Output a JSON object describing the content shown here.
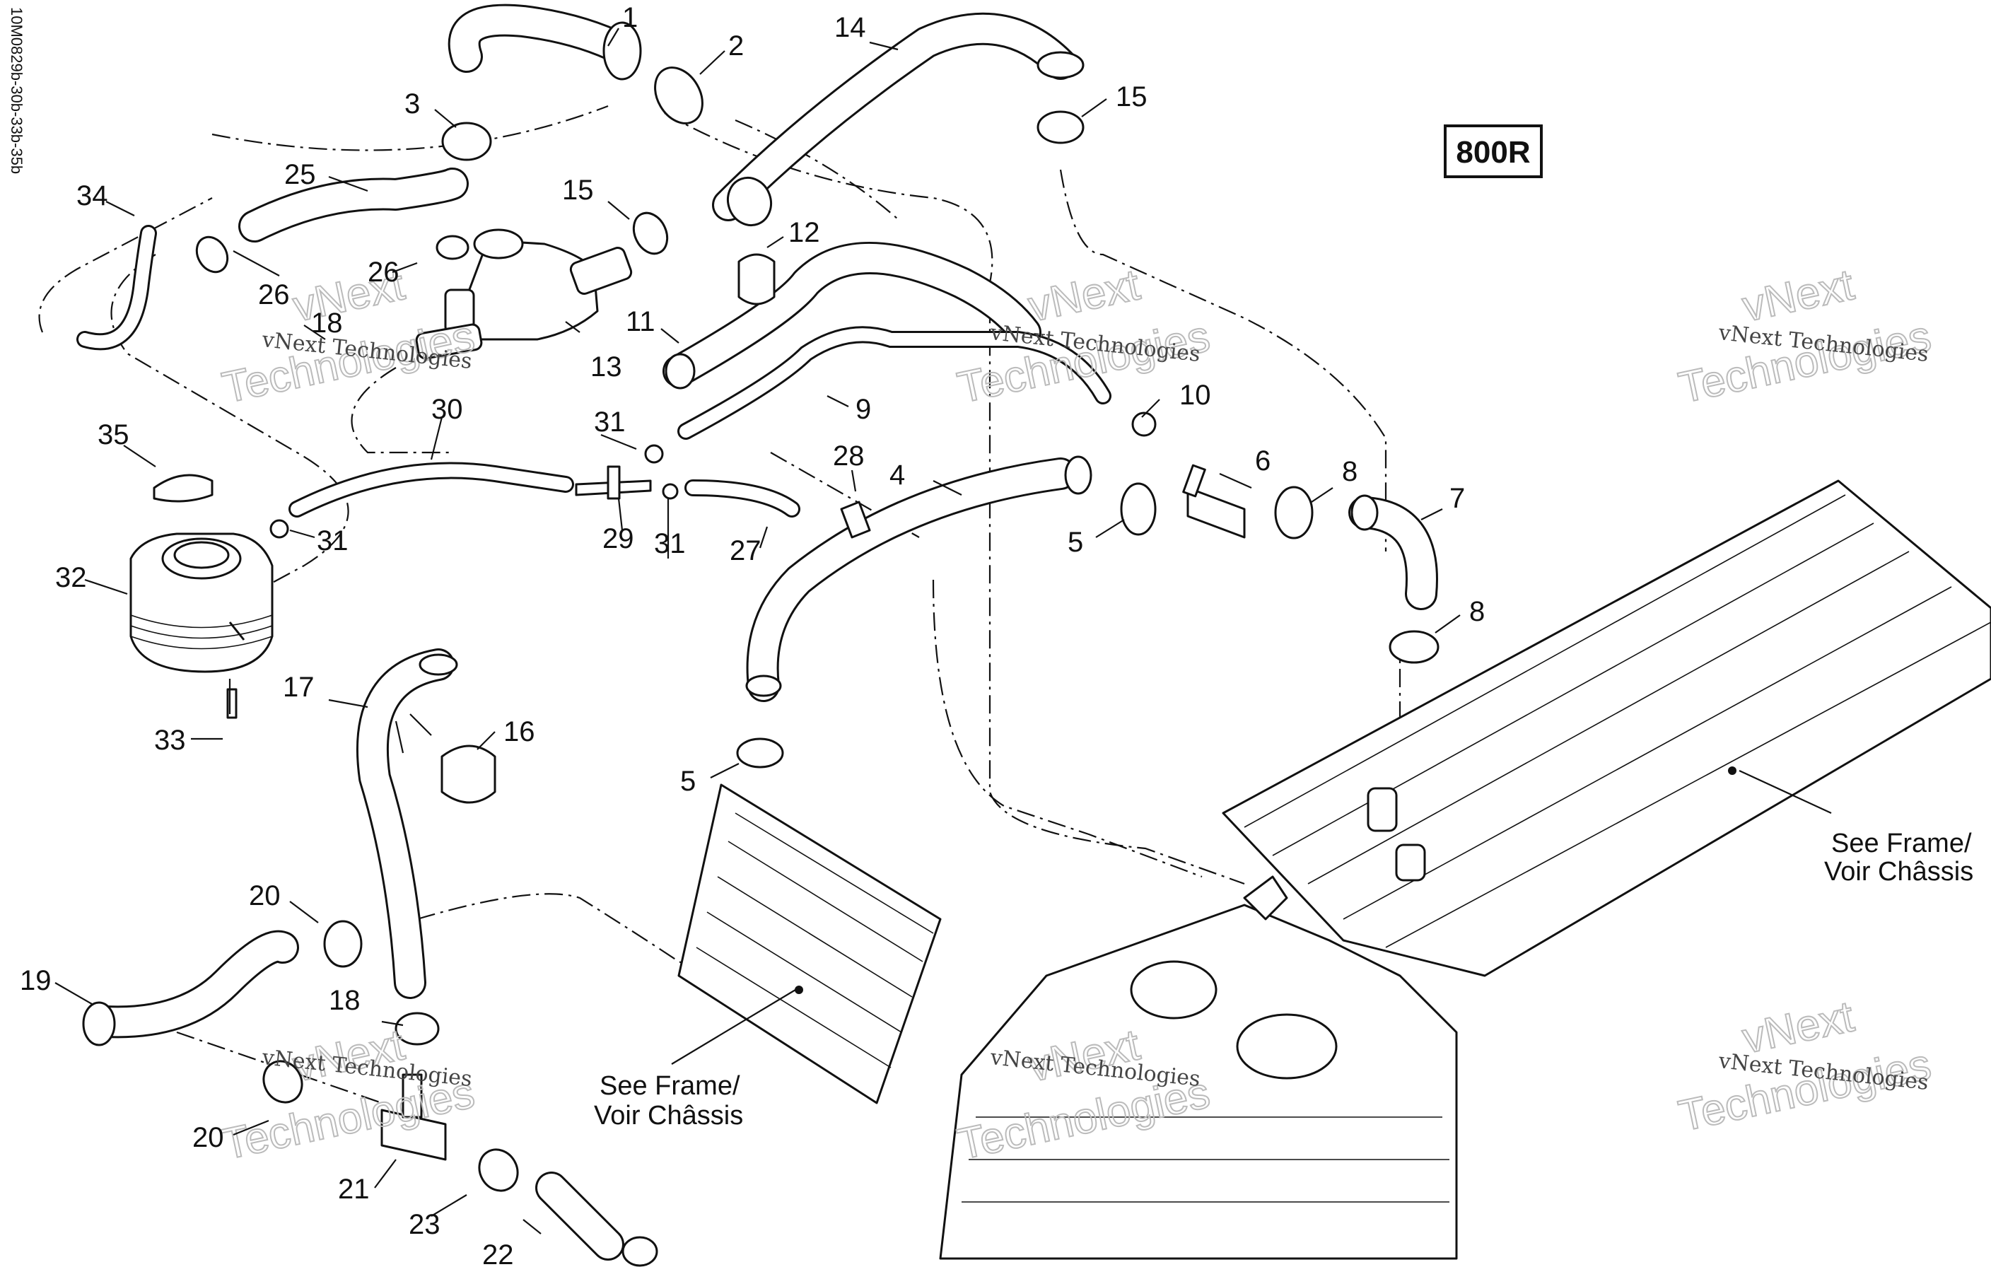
{
  "diagram": {
    "reference_code": "10M0829b-30b-33b-35b",
    "model_label": "800R",
    "watermark_line1": "vNext Technologies",
    "watermark_line2": "Technologies",
    "watermark_line3": "vNext",
    "see_frame_line1": "See Frame/",
    "see_frame_line2": "Voir Châssis",
    "part_numbers": [
      "1",
      "2",
      "3",
      "4",
      "5",
      "6",
      "7",
      "8",
      "9",
      "10",
      "11",
      "12",
      "13",
      "14",
      "15",
      "16",
      "17",
      "18",
      "19",
      "20",
      "21",
      "22",
      "23",
      "25",
      "26",
      "27",
      "28",
      "29",
      "30",
      "31",
      "32",
      "33",
      "34",
      "35"
    ],
    "callouts": {
      "c1": "1",
      "c2": "2",
      "c3": "3",
      "c4": "4",
      "c5a": "5",
      "c5b": "5",
      "c6": "6",
      "c7": "7",
      "c8a": "8",
      "c8b": "8",
      "c9": "9",
      "c10": "10",
      "c11": "11",
      "c12": "12",
      "c13": "13",
      "c14": "14",
      "c15a": "15",
      "c15b": "15",
      "c16": "16",
      "c17": "17",
      "c18": "18",
      "c18b": "18",
      "c19": "19",
      "c20a": "20",
      "c20b": "20",
      "c21": "21",
      "c22": "22",
      "c23": "23",
      "c25": "25",
      "c26a": "26",
      "c26b": "26",
      "c27": "27",
      "c28": "28",
      "c29": "29",
      "c30": "30",
      "c31a": "31",
      "c31b": "31",
      "c31c": "31",
      "c32": "32",
      "c33": "33",
      "c34": "34",
      "c35": "35"
    }
  }
}
